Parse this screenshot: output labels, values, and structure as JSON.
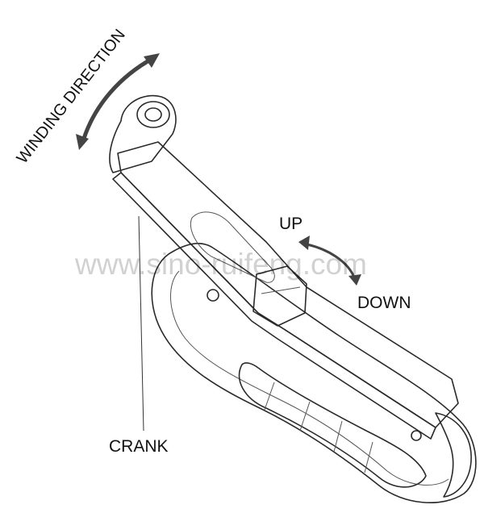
{
  "labels": {
    "winding_direction": "WINDING DIRECTION",
    "up": "UP",
    "down": "DOWN",
    "crank": "CRANK"
  },
  "watermark": "www.sino-ruifeng.com",
  "colors": {
    "line": "#2a2a2a",
    "body_fill": "#eeeeee",
    "body_shadow": "#d6d6d6",
    "handle_fill": "#e6e6e6",
    "text": "#111111"
  }
}
